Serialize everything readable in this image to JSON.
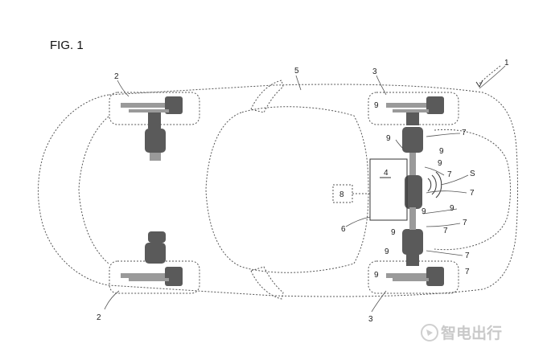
{
  "figure": {
    "title": "FIG. 1"
  },
  "labels": {
    "vehicle": "1",
    "front_wheel_top": "2",
    "front_wheel_bottom": "2",
    "rear_wheel_top": "3",
    "rear_wheel_bottom": "3",
    "unit_4": "4",
    "body_5": "5",
    "line_6": "6",
    "unit_8": "8",
    "signal": "S",
    "sevens": [
      "7",
      "7",
      "7",
      "7",
      "7",
      "7",
      "7"
    ],
    "nines": [
      "9",
      "9",
      "9",
      "9",
      "9",
      "9",
      "9",
      "9",
      "9"
    ]
  },
  "watermark": {
    "text": "智电出行"
  }
}
